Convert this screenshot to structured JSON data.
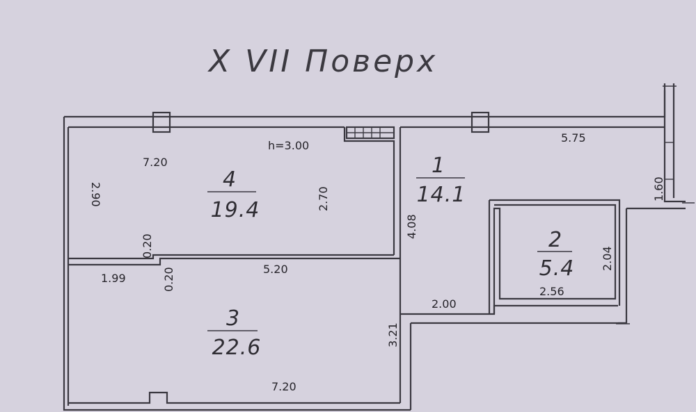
{
  "title": "X VII  Поверх",
  "height_label": "h=3.00",
  "rooms": [
    {
      "number": "1",
      "area": "14.1"
    },
    {
      "number": "2",
      "area": "5.4"
    },
    {
      "number": "3",
      "area": "22.6"
    },
    {
      "number": "4",
      "area": "19.4"
    }
  ],
  "dimensions": {
    "r4_top": "7.20",
    "r4_left": "2.90",
    "r4_right": "2.70",
    "r4_step": "0.20",
    "r3_step": "0.20",
    "r3_left_top": "1.99",
    "r3_top": "5.20",
    "r3_right": "3.21",
    "r3_bottom": "7.20",
    "r1_top": "5.75",
    "r1_left": "4.08",
    "r1_bottom": "2.00",
    "r1_step": "1.60",
    "r2_right": "2.04",
    "r2_bottom": "2.56"
  }
}
